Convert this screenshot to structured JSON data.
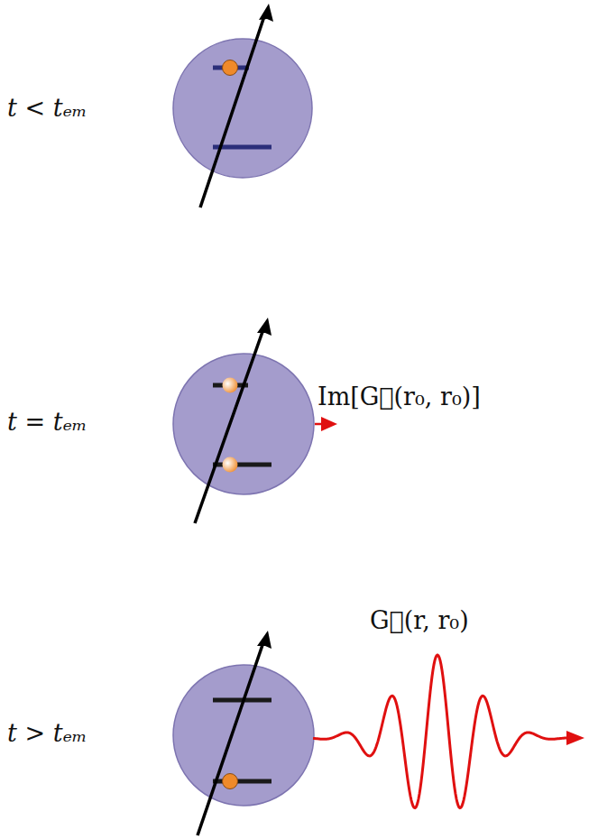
{
  "diagram": {
    "labels": [
      "t < tₑₘ",
      "t = tₑₘ",
      "t > tₑₘ",
      "Im[G⃡(r₀, r₀)]",
      "G⃡(r, r₀)"
    ]
  }
}
